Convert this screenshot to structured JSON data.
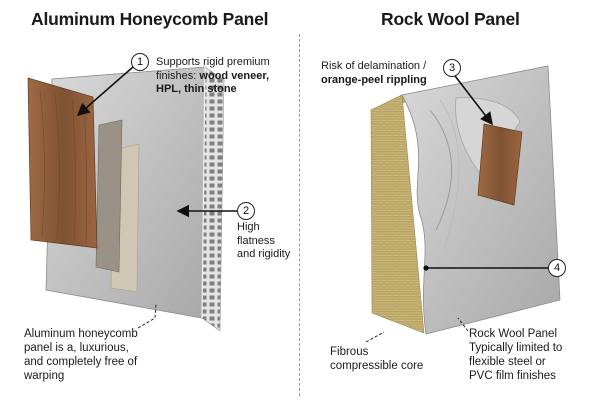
{
  "left_panel": {
    "title": "Aluminum Honeycomb Panel",
    "callout_1": {
      "number": "1",
      "line1": "Supports rigid premium",
      "line2_prefix": "finishes: ",
      "line2_bold": "wood veneer,",
      "line3_bold": "HPL, thin stone"
    },
    "callout_2": {
      "number": "2",
      "lines": [
        "High",
        "flatness",
        "and rigidity"
      ]
    },
    "summary": [
      "Aluminum honeycomb",
      "panel is a, luxurious,",
      "and completely free of",
      "warping"
    ]
  },
  "right_panel": {
    "title": "Rock Wool Panel",
    "callout_3": {
      "number": "3",
      "line1": "Risk of delamination /",
      "line2_bold": "orange-peel rippling"
    },
    "callout_4": {
      "number": "4"
    },
    "core_label": [
      "Fibrous",
      "compressible core"
    ],
    "summary": [
      "Rock Wool Panel",
      "Typically limited to",
      "flexible steel or",
      "PVC film finishes"
    ]
  },
  "colors": {
    "background": "#ffffff",
    "aluminum_face": "#c9c9c9",
    "wood_veneer": "#8a5a3a",
    "rock_wool_core": "#c9b77a",
    "divider": "#9a9a9a"
  }
}
